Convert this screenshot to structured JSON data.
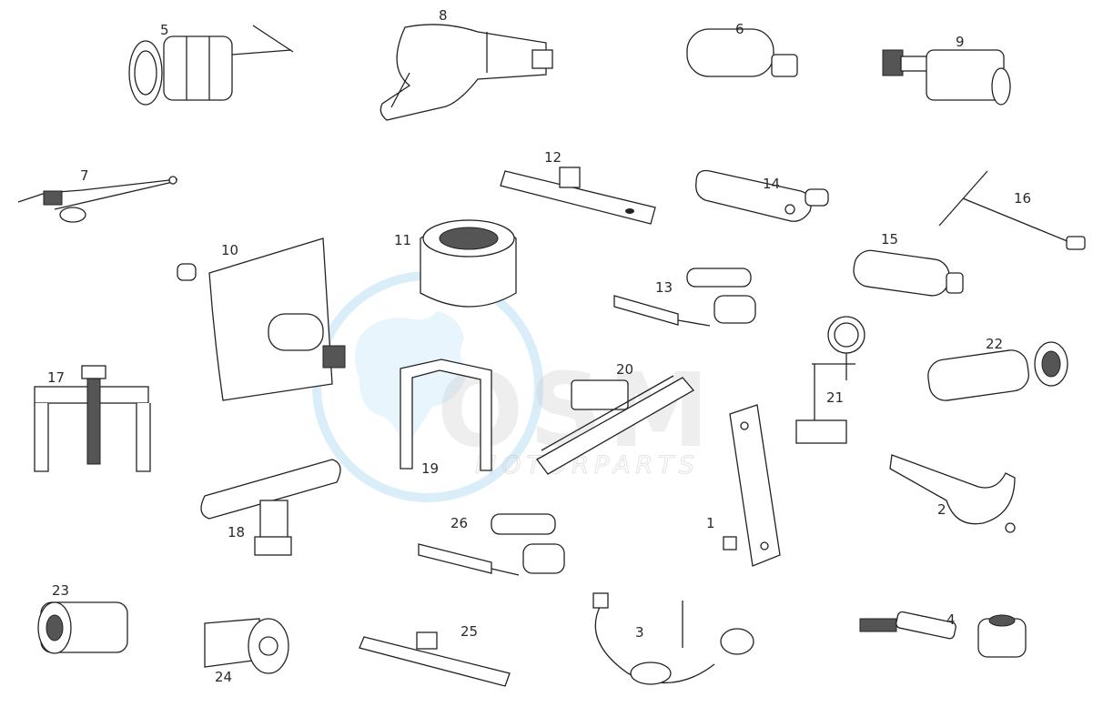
{
  "diagram": {
    "parts": [
      {
        "key": "p1",
        "label": "1"
      },
      {
        "key": "p2",
        "label": "2"
      },
      {
        "key": "p3",
        "label": "3"
      },
      {
        "key": "p4",
        "label": "4"
      },
      {
        "key": "p5",
        "label": "5"
      },
      {
        "key": "p6",
        "label": "6"
      },
      {
        "key": "p7",
        "label": "7"
      },
      {
        "key": "p8",
        "label": "8"
      },
      {
        "key": "p9",
        "label": "9"
      },
      {
        "key": "p10",
        "label": "10"
      },
      {
        "key": "p11",
        "label": "11"
      },
      {
        "key": "p12",
        "label": "12"
      },
      {
        "key": "p13",
        "label": "13"
      },
      {
        "key": "p14",
        "label": "14"
      },
      {
        "key": "p15",
        "label": "15"
      },
      {
        "key": "p16",
        "label": "16"
      },
      {
        "key": "p17",
        "label": "17"
      },
      {
        "key": "p18",
        "label": "18"
      },
      {
        "key": "p19",
        "label": "19"
      },
      {
        "key": "p20",
        "label": "20"
      },
      {
        "key": "p21",
        "label": "21"
      },
      {
        "key": "p22",
        "label": "22"
      },
      {
        "key": "p23",
        "label": "23"
      },
      {
        "key": "p24",
        "label": "24"
      },
      {
        "key": "p25",
        "label": "25"
      },
      {
        "key": "p26",
        "label": "26"
      }
    ]
  },
  "watermark": {
    "brand": "OSM",
    "tagline": "MOTORPARTS",
    "colors": {
      "globe": "#3aa7e0",
      "text": "#8f8f8f"
    }
  }
}
